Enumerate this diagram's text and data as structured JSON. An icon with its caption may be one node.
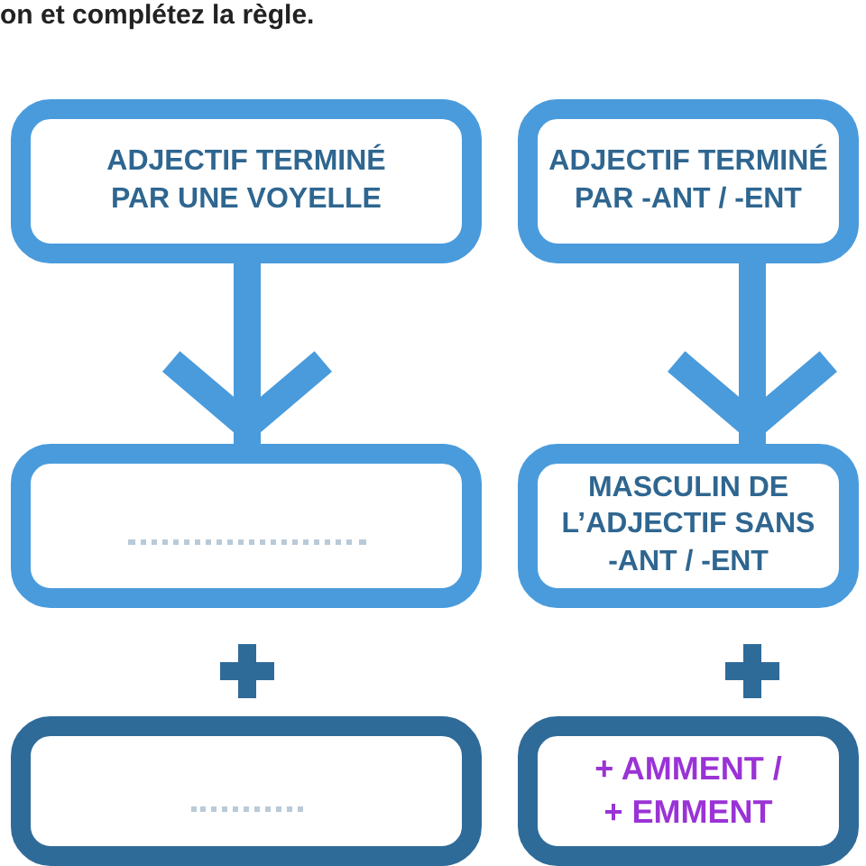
{
  "diagram": {
    "nodes": [
      {
        "text": [
          "ADJECTIF TERMINÉ PAR UNE VOYELLE"
        ]
      },
      {
        "text": [
          "ADJECTIF TERMINÉ PAR -ANT / -ENT"
        ]
      },
      {
        "text": [],
        "shape": "box"
      },
      {
        "text": [
          "MASCULIN DE L’ADJECTIF SANS -ANT / -ENT"
        ]
      },
      {
        "text": [],
        "shape": "box"
      },
      {
        "text": [
          "+ AMMENT / + EMMENT"
        ]
      }
    ],
    "edges": [
      {
        "from": 0,
        "to": 2,
        "arrow": "to"
      },
      {
        "from": 1,
        "to": 3,
        "arrow": "to"
      }
    ],
    "labels": [
      "on et complétez la règle."
    ]
  }
}
